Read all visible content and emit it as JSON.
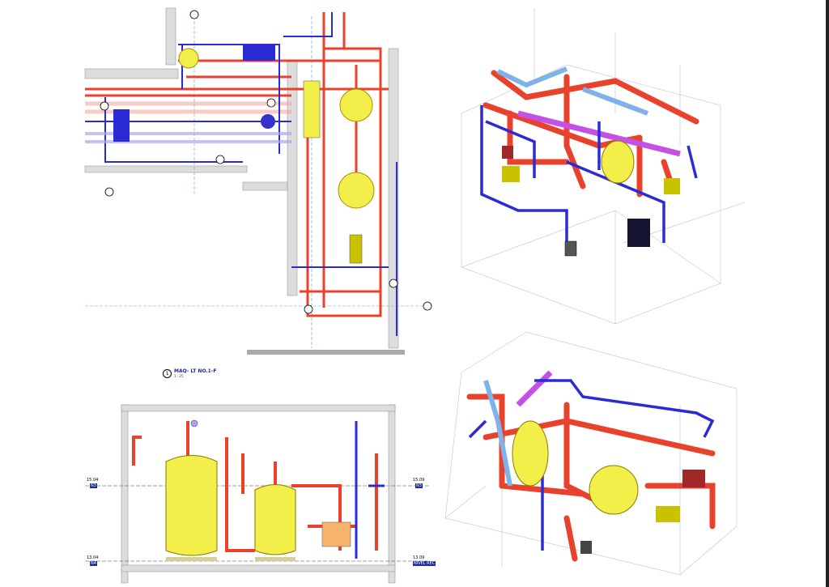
{
  "elevation": {
    "title": "MAQ- LT NO.1-F",
    "number": "1",
    "scale": "1 : 25",
    "levels": [
      {
        "value": "15.04",
        "tag": "N3"
      },
      {
        "value": "15.09",
        "tag": "N3"
      },
      {
        "value": "13.04",
        "tag": "N4"
      },
      {
        "value": "13.09",
        "tag": "NIVEL REC"
      }
    ]
  },
  "colors": {
    "hot_pipe": "#e8412c",
    "cold_pipe": "#2b2bd6",
    "light_pipe": "#7fb2e8",
    "magenta_pipe": "#c64fe6",
    "tank": "#f2ee4a"
  }
}
